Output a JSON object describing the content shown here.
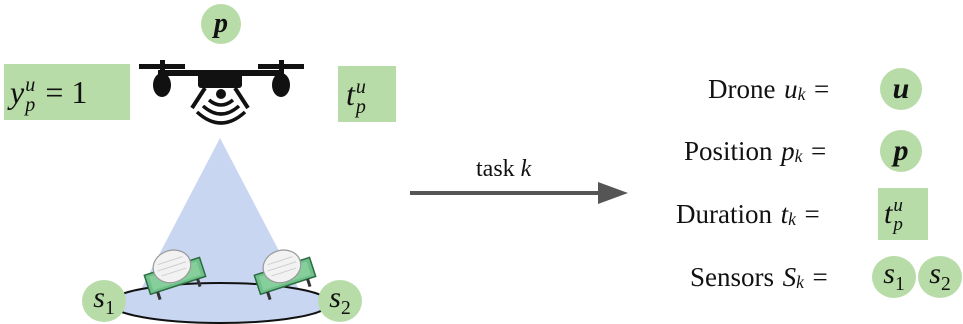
{
  "left": {
    "position_label": "p",
    "assignment_y": "y",
    "assignment_sup": "u",
    "assignment_sub": "p",
    "assignment_rhs": "= 1",
    "time_t": "t",
    "time_sup": "u",
    "time_sub": "p",
    "sensor1_base": "s",
    "sensor1_sub": "1",
    "sensor2_base": "s",
    "sensor2_sub": "2"
  },
  "arrow": {
    "label_text": "task",
    "label_var": "k"
  },
  "rows": [
    {
      "word": "Drone",
      "sym": "u",
      "sub": "k",
      "eq": "=",
      "value": "u"
    },
    {
      "word": "Position",
      "sym": "p",
      "sub": "k",
      "eq": "=",
      "value": "p"
    },
    {
      "word": "Duration",
      "sym": "t",
      "sub": "k",
      "eq": "=",
      "value_t": "t",
      "value_sup": "u",
      "value_sub": "p"
    },
    {
      "word": "Sensors",
      "sym": "S",
      "sub": "k",
      "eq": "=",
      "value1": "s",
      "value1_sub": "1",
      "value2": "s",
      "value2_sub": "2"
    }
  ],
  "colors": {
    "highlight": "#b8dca8",
    "cone": "#c8d6f2",
    "arrow": "#555555"
  }
}
